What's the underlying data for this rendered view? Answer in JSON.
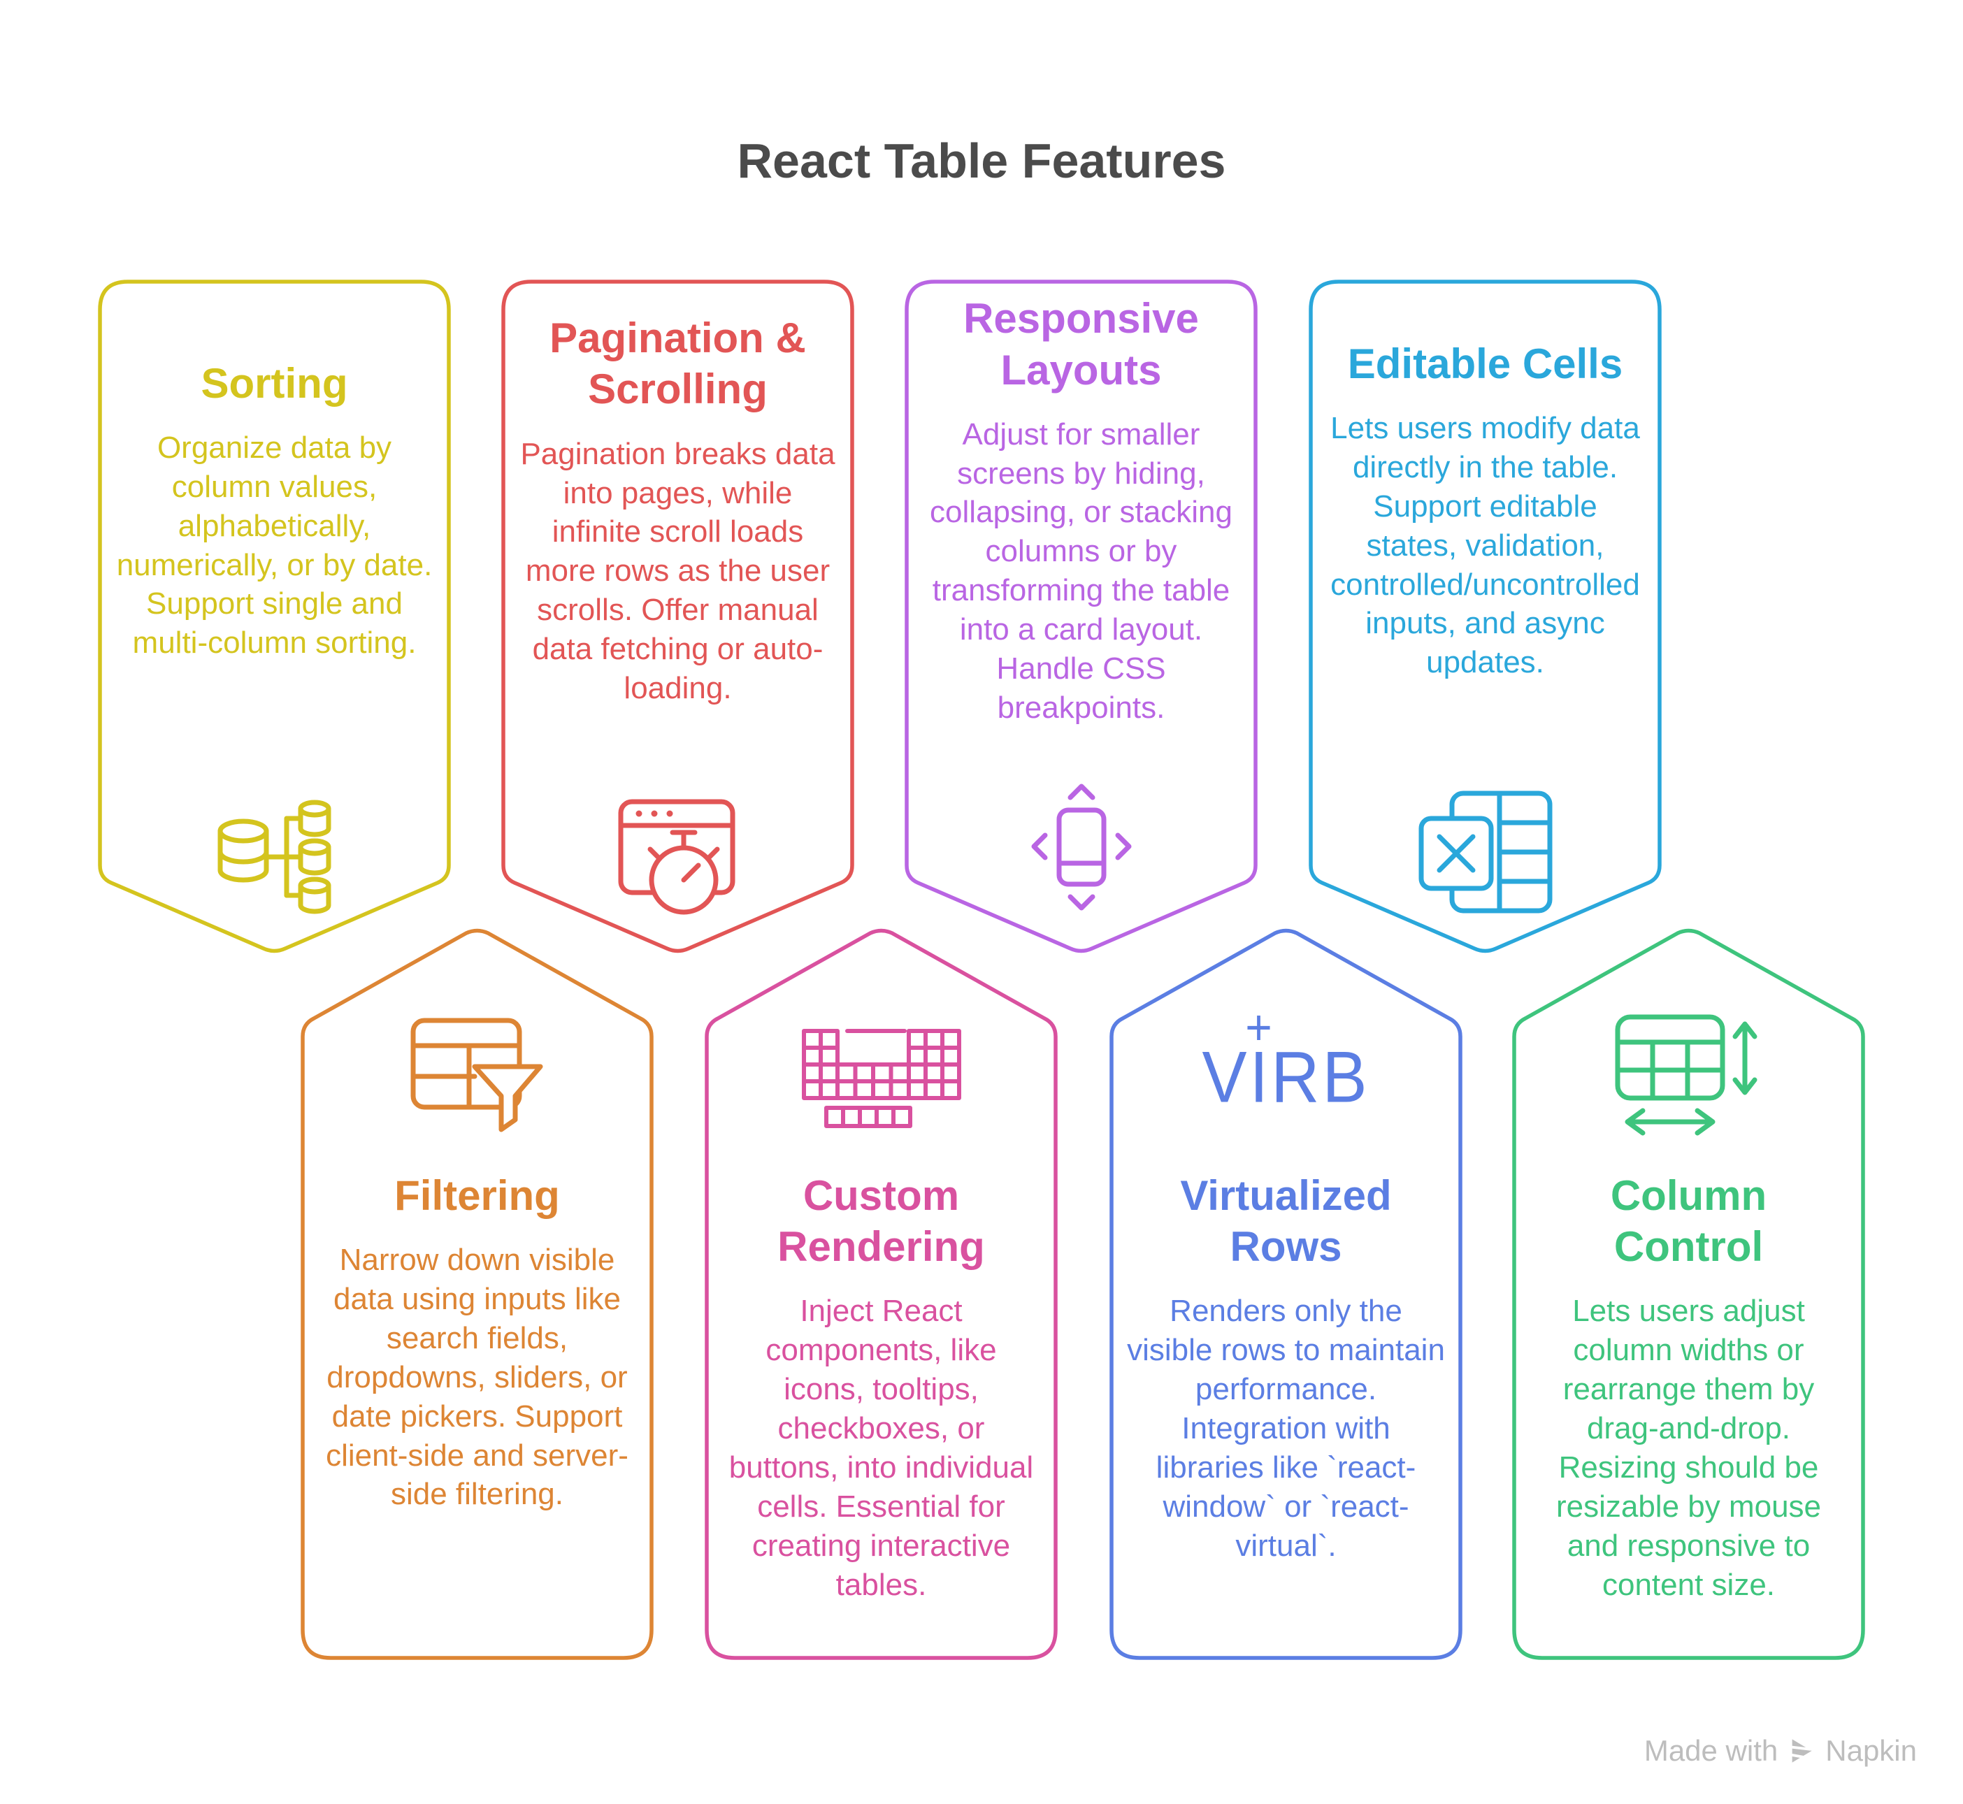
{
  "title": "React Table Features",
  "title_color": "#4b4b4b",
  "watermark": {
    "prefix": "Made with",
    "brand": "Napkin",
    "color": "#bdbdbd"
  },
  "cards": [
    {
      "title": "Sorting",
      "body": "Organize data by column values, alphabetically, numerically, or by date. Support single and multi-column sorting.",
      "color": "#d4c41e",
      "icon": "database-sort-icon"
    },
    {
      "title": "Pagination & Scrolling",
      "body": "Pagination breaks data into pages, while infinite scroll loads more rows as the user scrolls. Offer manual data fetching or auto-loading.",
      "color": "#e25555",
      "icon": "browser-stopwatch-icon"
    },
    {
      "title": "Responsive Layouts",
      "body": "Adjust for smaller screens by hiding, collapsing, or stacking columns or by transforming the table into a card layout. Handle CSS breakpoints.",
      "color": "#b965e3",
      "icon": "phone-move-icon"
    },
    {
      "title": "Editable Cells",
      "body": "Lets users modify data directly in the table. Support editable states, validation, controlled/uncontrolled inputs, and async updates.",
      "color": "#2aa7db",
      "icon": "spreadsheet-edit-icon"
    },
    {
      "title": "Filtering",
      "body": "Narrow down visible data using inputs like search fields, dropdowns, sliders, or date pickers. Support client-side and server-side filtering.",
      "color": "#dd8534",
      "icon": "table-funnel-icon"
    },
    {
      "title": "Custom Rendering",
      "body": "Inject React components, like icons, tooltips, checkboxes, or buttons, into individual cells. Essential for creating interactive tables.",
      "color": "#d9519f",
      "icon": "periodic-table-icon"
    },
    {
      "title": "Virtualized Rows",
      "body": "Renders only the visible rows to maintain performance. Integration with libraries like `react-window` or `react-virtual`.",
      "color": "#5b7ee3",
      "icon": "virb-logo-icon",
      "icon_text": "VIRB",
      "icon_plus": "+"
    },
    {
      "title": "Column Control",
      "body": "Lets users adjust column widths or rearrange them by drag-and-drop. Resizing should be resizable by mouse and responsive to content size.",
      "color": "#3ec47d",
      "icon": "table-resize-icon"
    }
  ]
}
